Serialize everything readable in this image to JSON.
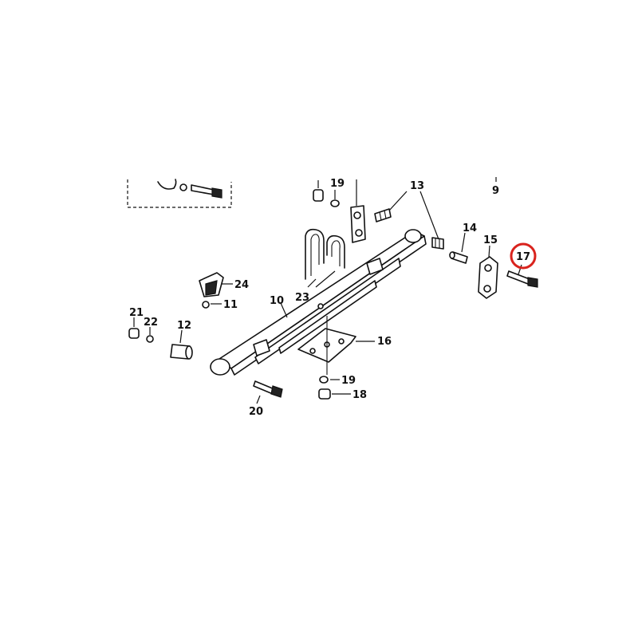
{
  "diagram": {
    "highlight_color": "#d9231d",
    "highlighted_callout": "17",
    "callouts": {
      "c9": "9",
      "c10": "10",
      "c11": "11",
      "c12": "12",
      "c13": "13",
      "c14": "14",
      "c15": "15",
      "c16": "16",
      "c17": "17",
      "c18": "18",
      "c19a": "19",
      "c19b": "19",
      "c20": "20",
      "c21": "21",
      "c22": "22",
      "c23": "23",
      "c24": "24"
    }
  }
}
